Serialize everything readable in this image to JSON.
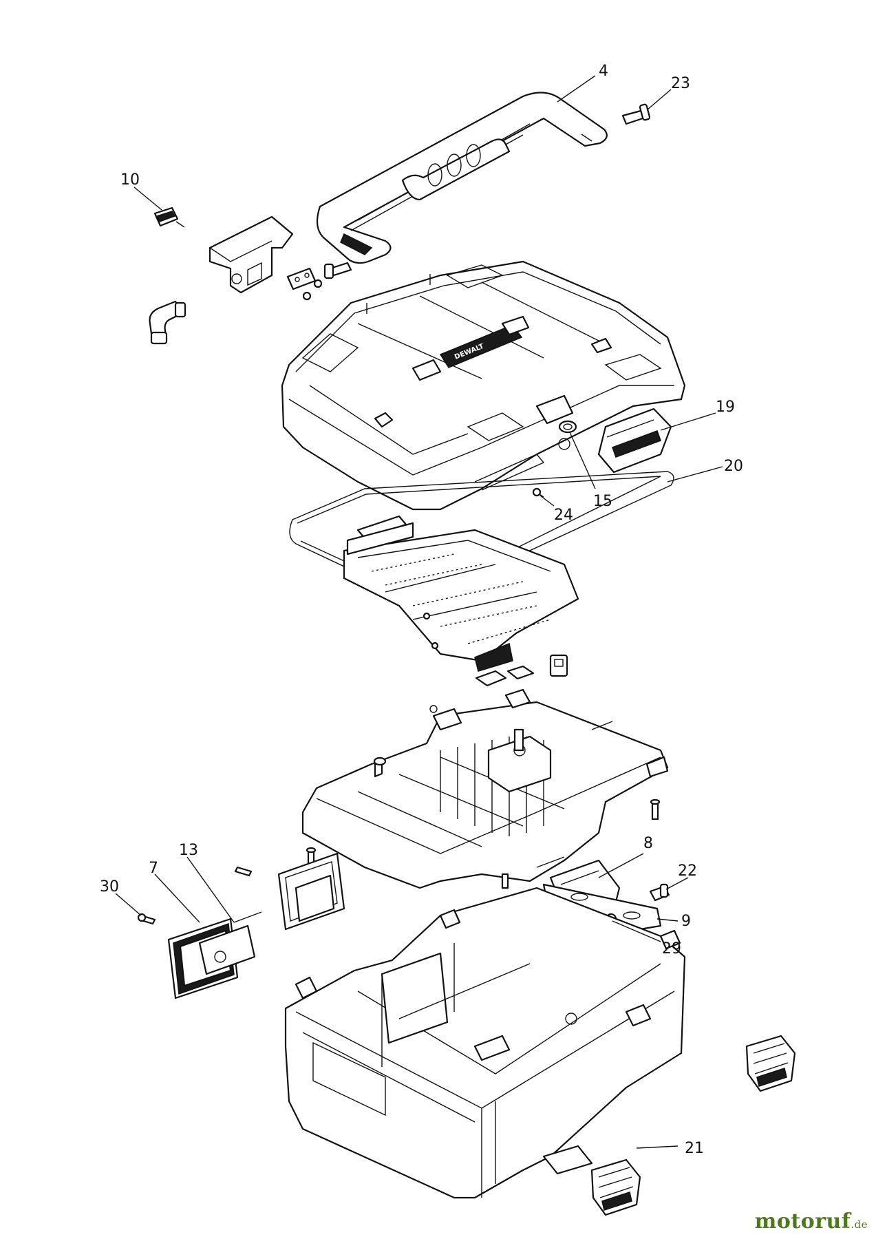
{
  "callouts": [
    {
      "id": "4",
      "label": "4"
    },
    {
      "id": "23",
      "label": "23"
    },
    {
      "id": "10",
      "label": "10"
    },
    {
      "id": "19",
      "label": "19"
    },
    {
      "id": "20",
      "label": "20"
    },
    {
      "id": "15",
      "label": "15"
    },
    {
      "id": "24",
      "label": "24"
    },
    {
      "id": "8",
      "label": "8"
    },
    {
      "id": "22",
      "label": "22"
    },
    {
      "id": "9",
      "label": "9"
    },
    {
      "id": "29",
      "label": "29"
    },
    {
      "id": "13",
      "label": "13"
    },
    {
      "id": "7",
      "label": "7"
    },
    {
      "id": "30",
      "label": "30"
    },
    {
      "id": "21",
      "label": "21"
    }
  ],
  "lid_logo": "DEWALT",
  "watermark": {
    "name": "motoruf",
    "tld": ".de"
  },
  "colors": {
    "line": "#111111",
    "background": "#ffffff",
    "watermark": "#4a7a1c"
  }
}
